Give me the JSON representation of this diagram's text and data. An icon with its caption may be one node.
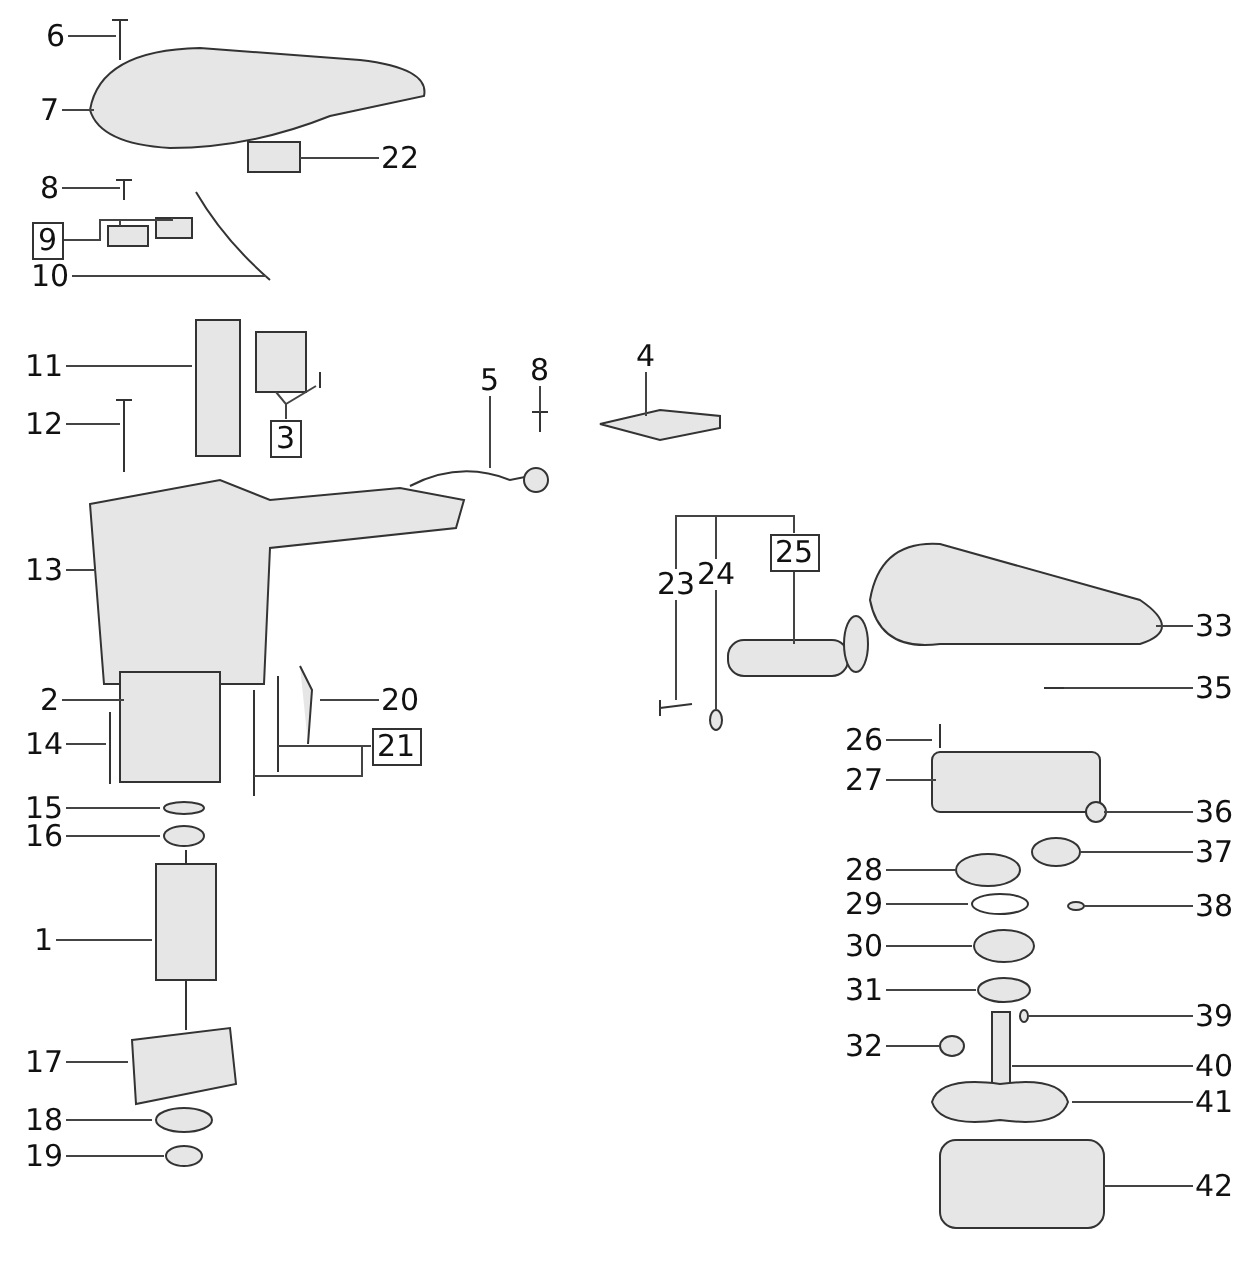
{
  "diagram": {
    "nodes": [
      {
        "text": [
          "6"
        ]
      },
      {
        "text": [
          "7"
        ]
      },
      {
        "text": [
          "22"
        ]
      },
      {
        "text": [
          "8"
        ]
      },
      {
        "text": [
          "9"
        ]
      },
      {
        "text": [
          "10"
        ]
      },
      {
        "text": [
          "4"
        ]
      },
      {
        "text": [
          "8"
        ]
      },
      {
        "text": [
          "5"
        ]
      },
      {
        "text": [
          "11"
        ]
      },
      {
        "text": [
          "3"
        ]
      },
      {
        "text": [
          "12"
        ]
      },
      {
        "text": [
          "13"
        ]
      },
      {
        "text": [
          "25"
        ]
      },
      {
        "text": [
          "24"
        ]
      },
      {
        "text": [
          "23"
        ]
      },
      {
        "text": [
          "33"
        ]
      },
      {
        "text": [
          "2"
        ]
      },
      {
        "text": [
          "35"
        ]
      },
      {
        "text": [
          "20"
        ]
      },
      {
        "text": [
          "14"
        ]
      },
      {
        "text": [
          "21"
        ]
      },
      {
        "text": [
          "26"
        ]
      },
      {
        "text": [
          "15"
        ]
      },
      {
        "text": [
          "27"
        ]
      },
      {
        "text": [
          "16"
        ]
      },
      {
        "text": [
          "36"
        ]
      },
      {
        "text": [
          "37"
        ]
      },
      {
        "text": [
          "28"
        ]
      },
      {
        "text": [
          "29"
        ]
      },
      {
        "text": [
          "38"
        ]
      },
      {
        "text": [
          "1"
        ]
      },
      {
        "text": [
          "30"
        ]
      },
      {
        "text": [
          "31"
        ]
      },
      {
        "text": [
          "39"
        ]
      },
      {
        "text": [
          "32"
        ]
      },
      {
        "text": [
          "40"
        ]
      },
      {
        "text": [
          "17"
        ]
      },
      {
        "text": [
          "41"
        ]
      },
      {
        "text": [
          "18"
        ]
      },
      {
        "text": [
          "19"
        ]
      },
      {
        "text": [
          "42"
        ]
      }
    ],
    "edges": [
      {
        "from": 0,
        "to": null,
        "arrow": "none"
      },
      {
        "from": 1,
        "to": null,
        "arrow": "none"
      },
      {
        "from": 2,
        "to": null,
        "arrow": "none"
      },
      {
        "from": 3,
        "to": null,
        "arrow": "none"
      },
      {
        "from": 4,
        "to": null,
        "arrow": "none"
      },
      {
        "from": 4,
        "to": null,
        "arrow": "none"
      },
      {
        "from": 5,
        "to": null,
        "arrow": "none"
      },
      {
        "from": 6,
        "to": null,
        "arrow": "none"
      },
      {
        "from": 7,
        "to": null,
        "arrow": "none"
      },
      {
        "from": 8,
        "to": null,
        "arrow": "none"
      },
      {
        "from": 9,
        "to": null,
        "arrow": "none"
      },
      {
        "from": 10,
        "to": null,
        "arrow": "none"
      },
      {
        "from": 10,
        "to": null,
        "arrow": "none"
      },
      {
        "from": 11,
        "to": null,
        "arrow": "none"
      },
      {
        "from": 12,
        "to": null,
        "arrow": "none"
      },
      {
        "from": 13,
        "to": null,
        "arrow": "none"
      },
      {
        "from": 13,
        "to": 14,
        "arrow": "none"
      },
      {
        "from": 13,
        "to": 15,
        "arrow": "none"
      },
      {
        "from": 14,
        "to": null,
        "arrow": "none"
      },
      {
        "from": 15,
        "to": null,
        "arrow": "none"
      },
      {
        "from": 16,
        "to": null,
        "arrow": "none"
      },
      {
        "from": 17,
        "to": null,
        "arrow": "none"
      },
      {
        "from": 18,
        "to": null,
        "arrow": "none"
      },
      {
        "from": 19,
        "to": null,
        "arrow": "none"
      },
      {
        "from": 20,
        "to": null,
        "arrow": "none"
      },
      {
        "from": 21,
        "to": null,
        "arrow": "none"
      },
      {
        "from": 21,
        "to": null,
        "arrow": "none"
      },
      {
        "from": 22,
        "to": null,
        "arrow": "none"
      },
      {
        "from": 23,
        "to": null,
        "arrow": "none"
      },
      {
        "from": 24,
        "to": null,
        "arrow": "none"
      },
      {
        "from": 25,
        "to": null,
        "arrow": "none"
      },
      {
        "from": 26,
        "to": null,
        "arrow": "none"
      },
      {
        "from": 27,
        "to": null,
        "arrow": "none"
      },
      {
        "from": 28,
        "to": null,
        "arrow": "none"
      },
      {
        "from": 29,
        "to": null,
        "arrow": "none"
      },
      {
        "from": 30,
        "to": null,
        "arrow": "none"
      },
      {
        "from": 31,
        "to": null,
        "arrow": "none"
      },
      {
        "from": 32,
        "to": null,
        "arrow": "none"
      },
      {
        "from": 33,
        "to": null,
        "arrow": "none"
      },
      {
        "from": 34,
        "to": null,
        "arrow": "none"
      },
      {
        "from": 35,
        "to": null,
        "arrow": "none"
      },
      {
        "from": 36,
        "to": null,
        "arrow": "none"
      },
      {
        "from": 37,
        "to": null,
        "arrow": "none"
      },
      {
        "from": 38,
        "to": null,
        "arrow": "none"
      },
      {
        "from": 39,
        "to": null,
        "arrow": "none"
      },
      {
        "from": 40,
        "to": null,
        "arrow": "none"
      },
      {
        "from": 41,
        "to": null,
        "arrow": "none"
      }
    ]
  }
}
